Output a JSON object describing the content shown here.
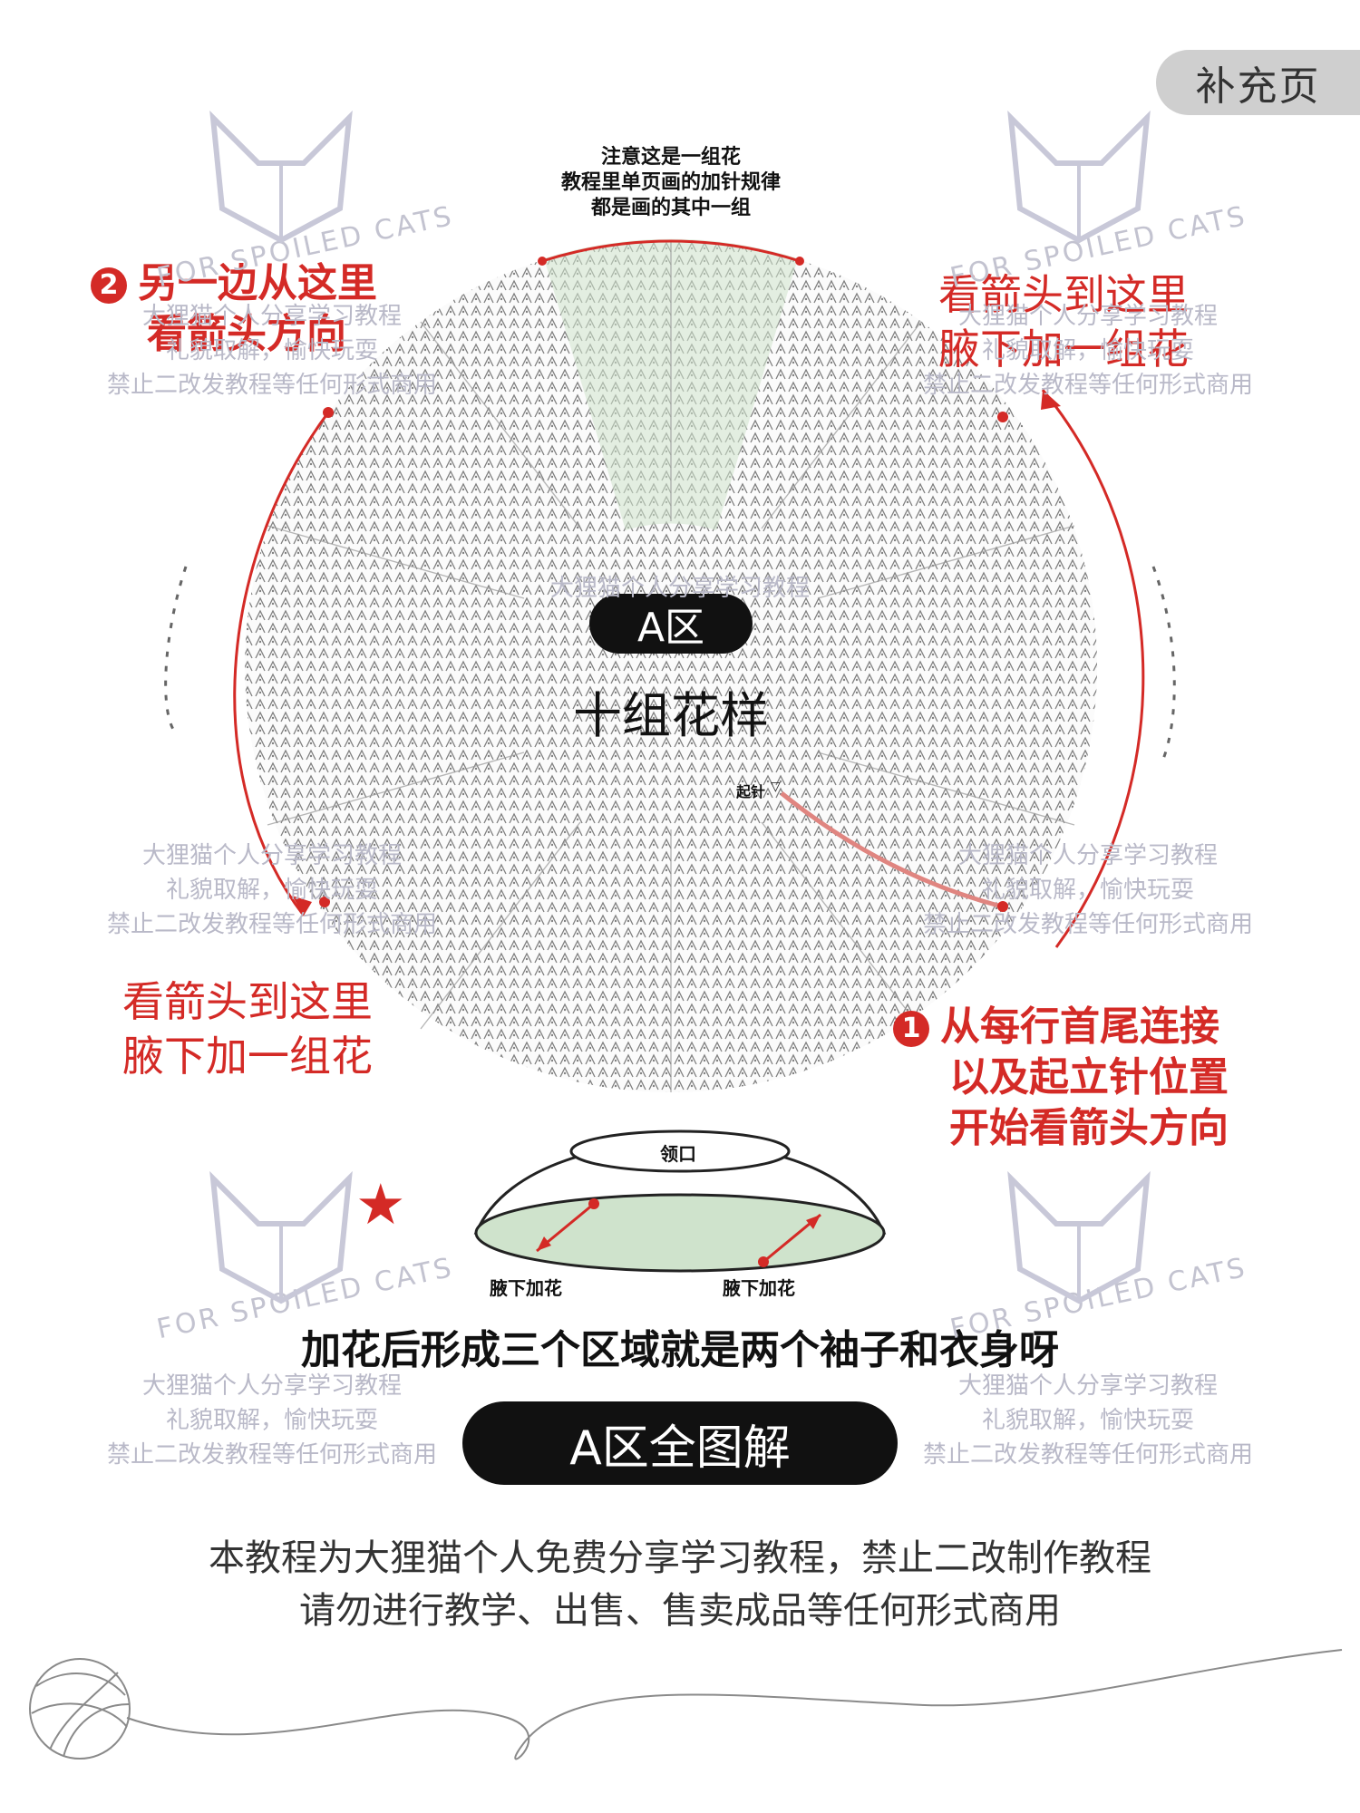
{
  "corner_tag": "补充页",
  "top_note": [
    "注意这是一组花",
    "教程里单页画的加针规律",
    "都是画的其中一组"
  ],
  "left_instruction": {
    "number": "2",
    "lines": [
      "另一边从这里",
      "看箭头方向"
    ]
  },
  "right_instruction": {
    "lines": [
      "看箭头到这里",
      "腋下加一组花"
    ]
  },
  "lower_left_instruction": {
    "lines": [
      "看箭头到这里",
      "腋下加一组花"
    ]
  },
  "lower_right_instruction": {
    "number": "1",
    "lines": [
      "从每行首尾连接",
      "以及起立针位置",
      "开始看箭头方向"
    ]
  },
  "center": {
    "zone_badge": "A区",
    "pattern_count": "十组花样",
    "start_label": "起针"
  },
  "diagram": {
    "neck_label": "领口",
    "underarm_left": "腋下加花",
    "underarm_right": "腋下加花"
  },
  "regions_caption": "加花后形成三个区域就是两个袖子和衣身呀",
  "full_diagram_badge": "A区全图解",
  "watermark": {
    "brand": "FOR SPOILED CATS",
    "lines": [
      "大狸猫个人分享学习教程",
      "礼貌取解，愉快玩耍",
      "禁止二改发教程等任何形式商用"
    ]
  },
  "footer": [
    "本教程为大狸猫个人免费分享学习教程，禁止二改制作教程",
    "请勿进行教学、出售、售卖成品等任何形式商用"
  ],
  "colors": {
    "accent_red": "#d42a26",
    "highlight_green": "#cfe3cc",
    "pill_black": "#111111"
  }
}
